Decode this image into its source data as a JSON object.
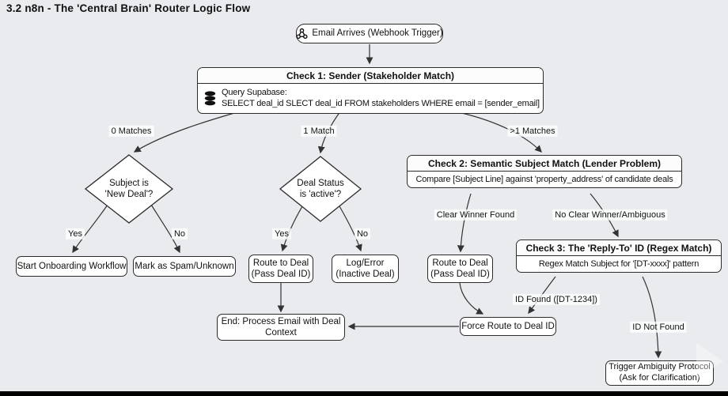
{
  "title": "3.2 n8n - The 'Central Brain' Router Logic Flow",
  "colors": {
    "background": "#e9ebee",
    "node_fill": "#ffffff",
    "node_border": "#2b2b2b",
    "edge_line": "#333333",
    "bottom_bar": "#000000"
  },
  "nodes": {
    "start": {
      "label": "Email Arrives (Webhook Trigger)",
      "icon": "webhook-icon"
    },
    "check1": {
      "title": "Check 1: Sender (Stakeholder Match)",
      "icon": "database-icon",
      "body_line1": "Query Supabase:",
      "body_line2": "SELECT deal_id SLECT deal_id FROM stakeholders WHERE email = [sender_email]"
    },
    "subject_decision": {
      "line1": "Subject is",
      "line2": "'New Deal'?"
    },
    "status_decision": {
      "line1": "Deal Status",
      "line2": "is 'active'?"
    },
    "check2": {
      "title": "Check 2: Semantic Subject Match (Lender Problem)",
      "body": "Compare [Subject Line] against 'property_address' of candidate deals"
    },
    "check3": {
      "title": "Check 3: The 'Reply-To' ID (Regex Match)",
      "body": "Regex Match Subject for '[DT-xxxx]' pattern"
    },
    "onboarding": {
      "label": "Start Onboarding Workflow"
    },
    "spam": {
      "label": "Mark as Spam/Unknown"
    },
    "route_mid": {
      "line1": "Route to Deal",
      "line2": "(Pass Deal ID)"
    },
    "log_error": {
      "line1": "Log/Error",
      "line2": "(Inactive Deal)"
    },
    "route_right": {
      "line1": "Route to Deal",
      "line2": "(Pass Deal ID)"
    },
    "end": {
      "line1": "End: Process Email with Deal",
      "line2": "Context"
    },
    "force_route": {
      "label": "Force Route to Deal ID"
    },
    "ambiguity": {
      "line1": "Trigger Ambiguity Protocol",
      "line2": "(Ask for Clarification)"
    }
  },
  "edge_labels": {
    "zero_matches": "0 Matches",
    "one_match": "1 Match",
    "multi_matches": ">1 Matches",
    "yes_left": "Yes",
    "no_left": "No",
    "yes_mid": "Yes",
    "no_mid": "No",
    "clear_winner": "Clear Winner Found",
    "no_clear_winner": "No Clear Winner/Ambiguous",
    "id_found": "ID Found ([DT-1234])",
    "id_not_found": "ID Not Found"
  }
}
